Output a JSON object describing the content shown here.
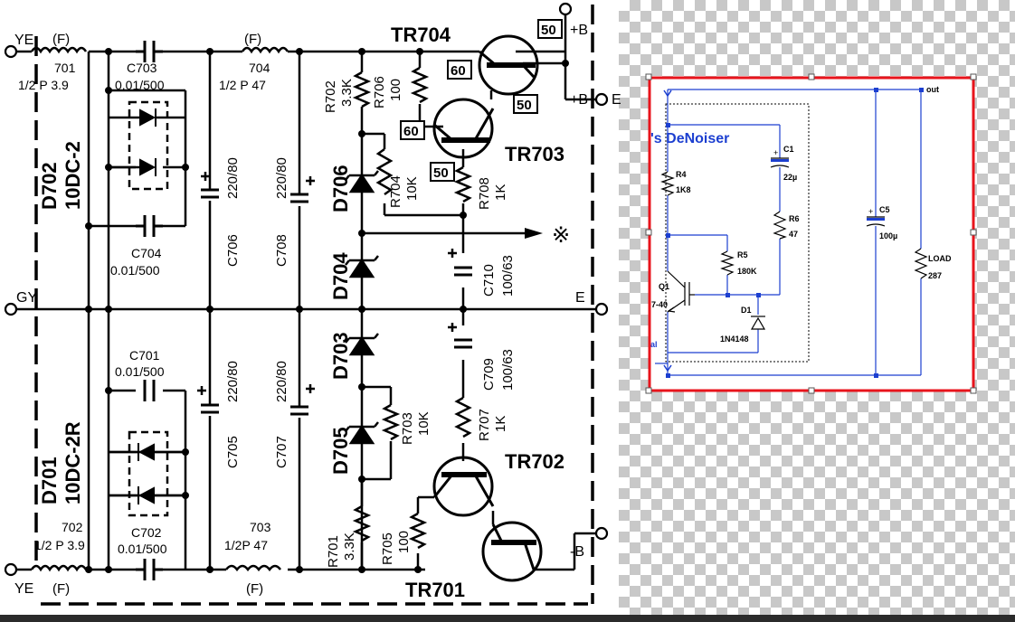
{
  "left_schematic": {
    "terminals": {
      "ye_top": "YE",
      "ye_bottom": "YE",
      "gy": "GY",
      "e": "E",
      "plus_b_top": "+B",
      "plus_b_mid": "+B",
      "minus_b": "-B",
      "fuse_marker": "(F)",
      "f_right_clip": "E",
      "unclear_mark": "※"
    },
    "resistors": {
      "r701_fuse": [
        "701",
        "1/2 P  3.9"
      ],
      "r702_fuse": [
        "702",
        "1/2 P  3.9"
      ],
      "r704_fuse": [
        "704",
        "1/2 P  47"
      ],
      "r703_fuse": [
        "703",
        "1/2P  47"
      ],
      "r702": [
        "R702",
        "3.3K"
      ],
      "r706": [
        "R706",
        "100"
      ],
      "r704": [
        "R704",
        "10K"
      ],
      "r708": [
        "R708",
        "1K"
      ],
      "r703": [
        "R703",
        "10K"
      ],
      "r707": [
        "R707",
        "1K"
      ],
      "r701": [
        "R701",
        "3.3K"
      ],
      "r705": [
        "R705",
        "100"
      ]
    },
    "capacitors": {
      "c703": [
        "C703",
        "0.01/500"
      ],
      "c704": [
        "C704",
        "0.01/500"
      ],
      "c701": [
        "C701",
        "0.01/500"
      ],
      "c702": [
        "C702",
        "0.01/500"
      ],
      "c706": [
        "C706",
        "220/80"
      ],
      "c708": [
        "C708",
        "220/80"
      ],
      "c705": [
        "C705",
        "220/80"
      ],
      "c707": [
        "C707",
        "220/80"
      ],
      "c710": [
        "C710",
        "100/63"
      ],
      "c709": [
        "C709",
        "100/63"
      ]
    },
    "diodes": {
      "d702": [
        "D702",
        "10DC-2"
      ],
      "d701": [
        "D701",
        "10DC-2R"
      ],
      "d706": "D706",
      "d704": "D704",
      "d703": "D703",
      "d705": "D705"
    },
    "transistors": {
      "tr704": "TR704",
      "tr703": "TR703",
      "tr702": "TR702",
      "tr701": "TR701"
    },
    "badges": [
      "50",
      "60",
      "50",
      "60",
      "50"
    ]
  },
  "right_schematic": {
    "title": "'s DeNoiser",
    "net_out": "out",
    "fragment_left_1": "7-40",
    "fragment_left_2": "al",
    "parts": {
      "r4": [
        "R4",
        "1K8"
      ],
      "c1": [
        "C1",
        "22µ"
      ],
      "r6": [
        "R6",
        "47"
      ],
      "r5": [
        "R5",
        "180K"
      ],
      "q1": "Q1",
      "d1": [
        "D1",
        "1N4148"
      ],
      "c5": [
        "C5",
        "100µ"
      ],
      "load": [
        "LOAD",
        "287"
      ]
    },
    "colors": {
      "wire": "#1c3fd0",
      "selection": "#e8141c",
      "checker_a": "#c8c8c8",
      "checker_b": "#ffffff"
    }
  }
}
